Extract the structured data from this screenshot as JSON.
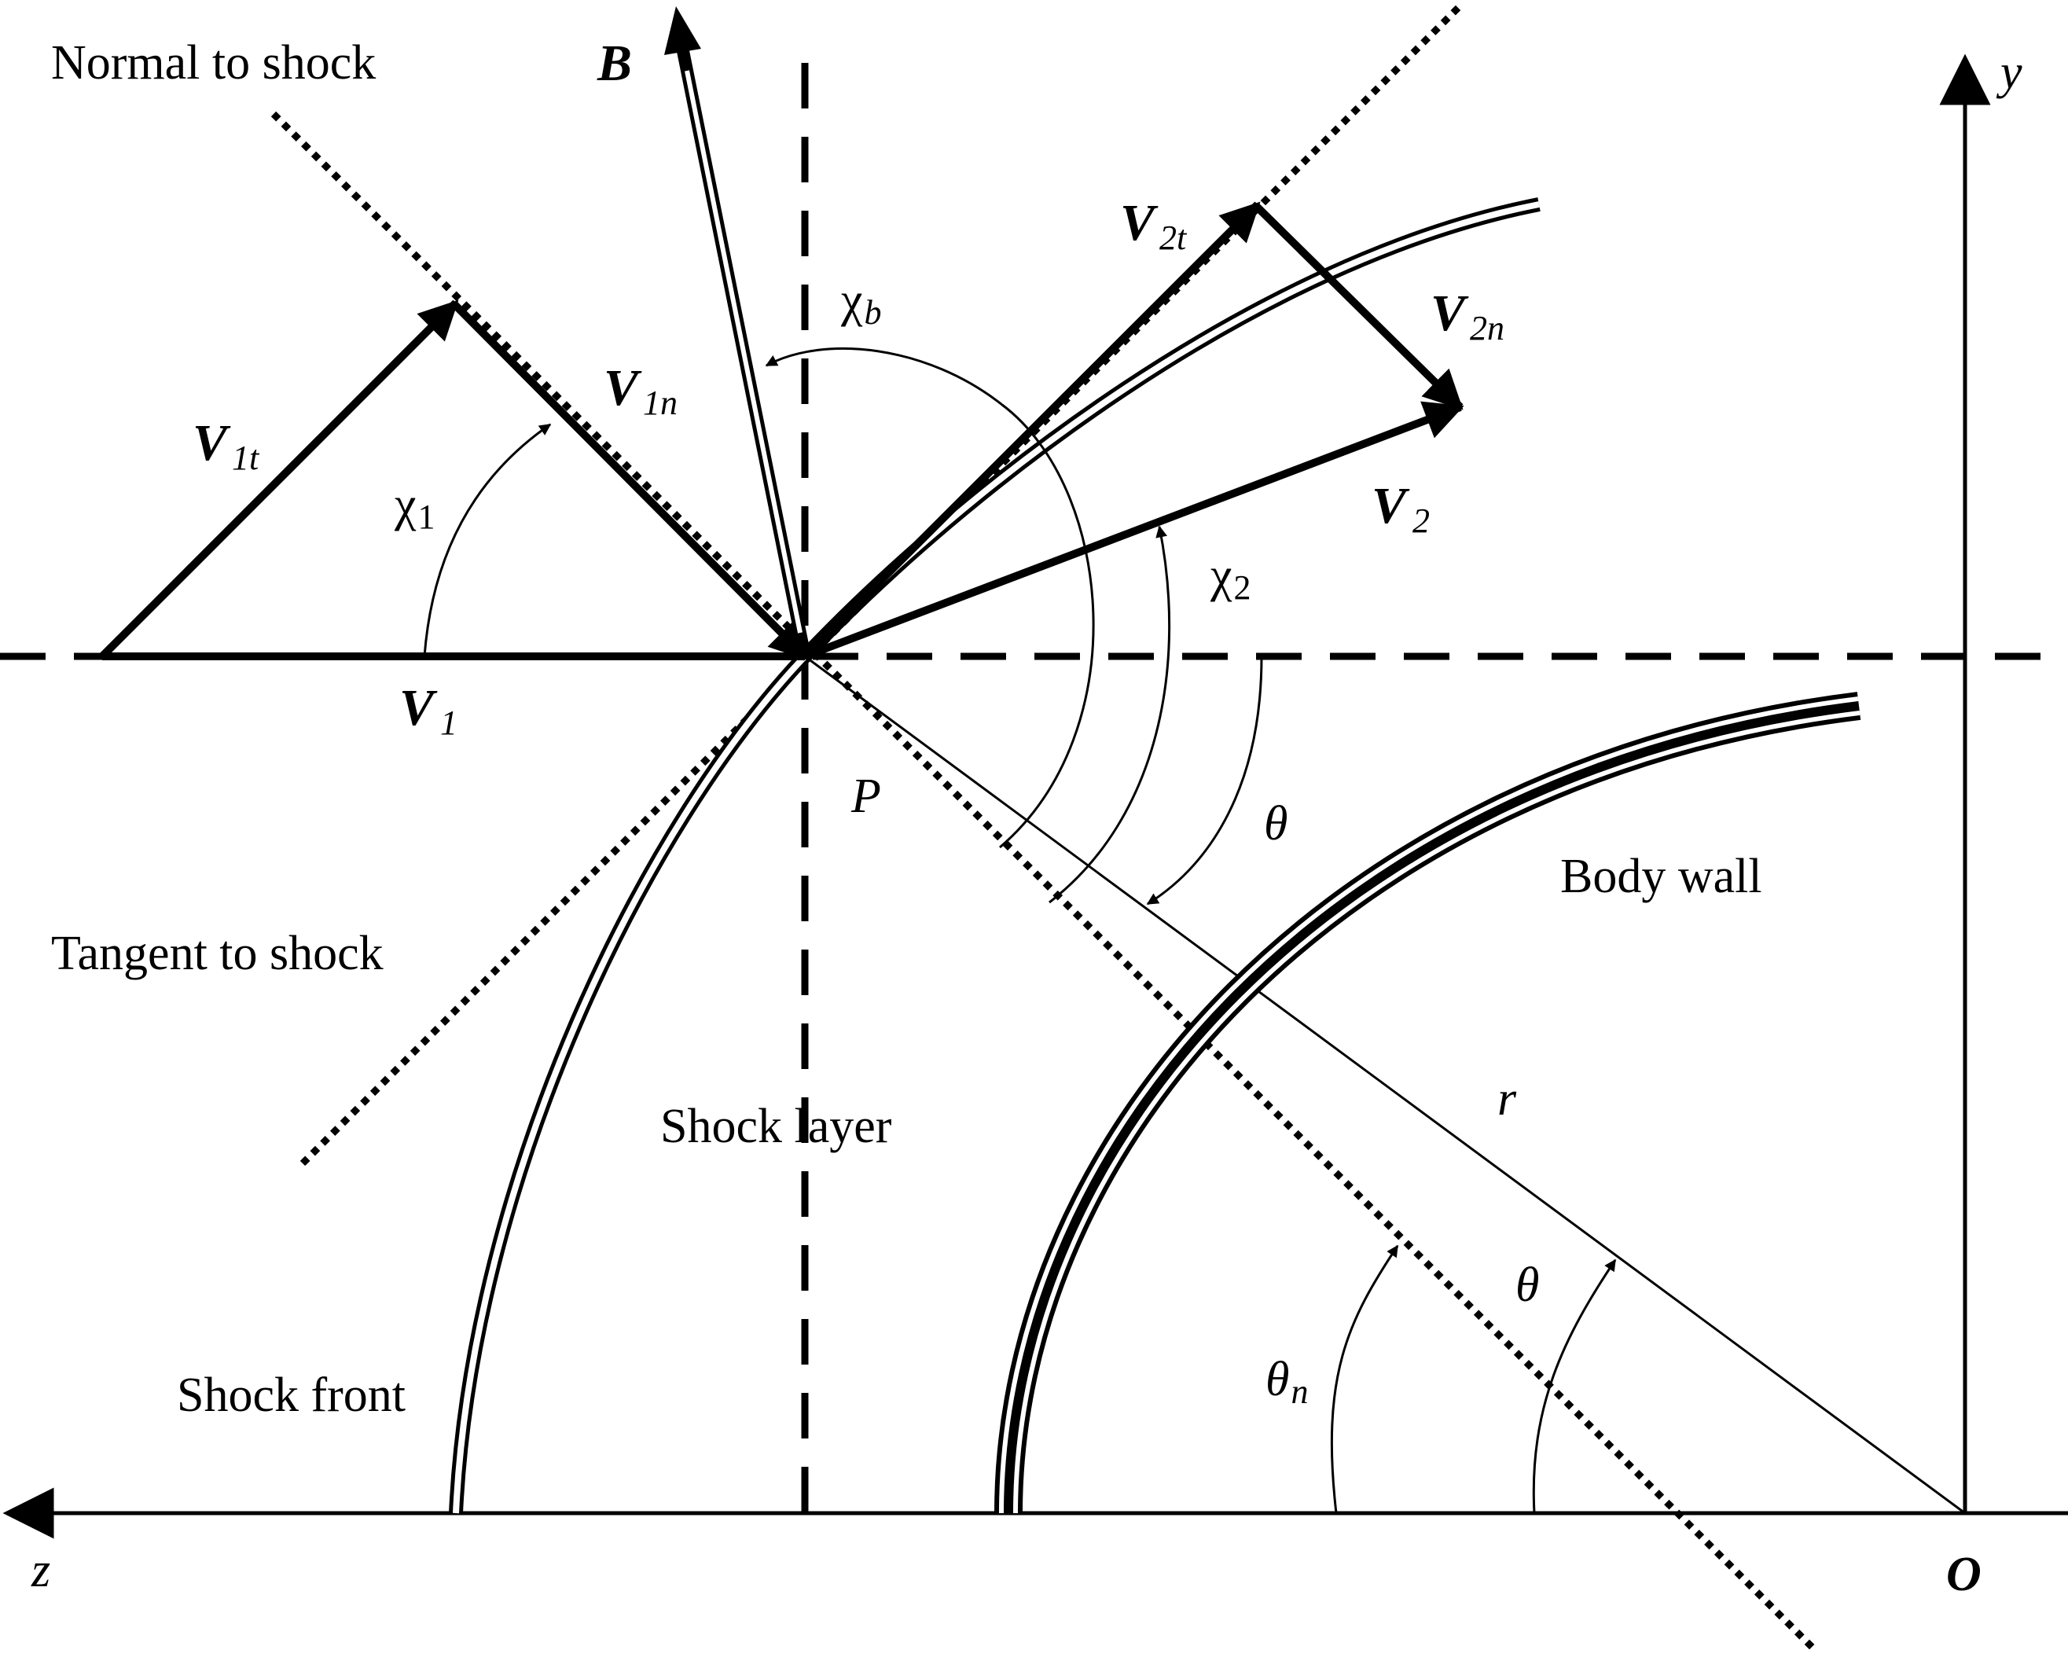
{
  "labels": {
    "normal_to_shock": "Normal to shock",
    "tangent_to_shock": "Tangent to shock",
    "shock_layer": "Shock layer",
    "shock_front": "Shock front",
    "body_wall": "Body wall",
    "B": "B",
    "V": "V",
    "V1t_sub": "1t",
    "V1n_sub": "1n",
    "V1_sub": "1",
    "V2t_sub": "2t",
    "V2n_sub": "2n",
    "V2_sub": "2",
    "chi": "χ",
    "chi1_sub": "1",
    "chi2_sub": "2",
    "chib_sub": "b",
    "theta": "θ",
    "thetan_sub": "n",
    "P": "P",
    "r": "r",
    "y": "y",
    "z": "z",
    "O": "O"
  },
  "colors": {
    "ink": "#000000",
    "paper": "#ffffff"
  }
}
